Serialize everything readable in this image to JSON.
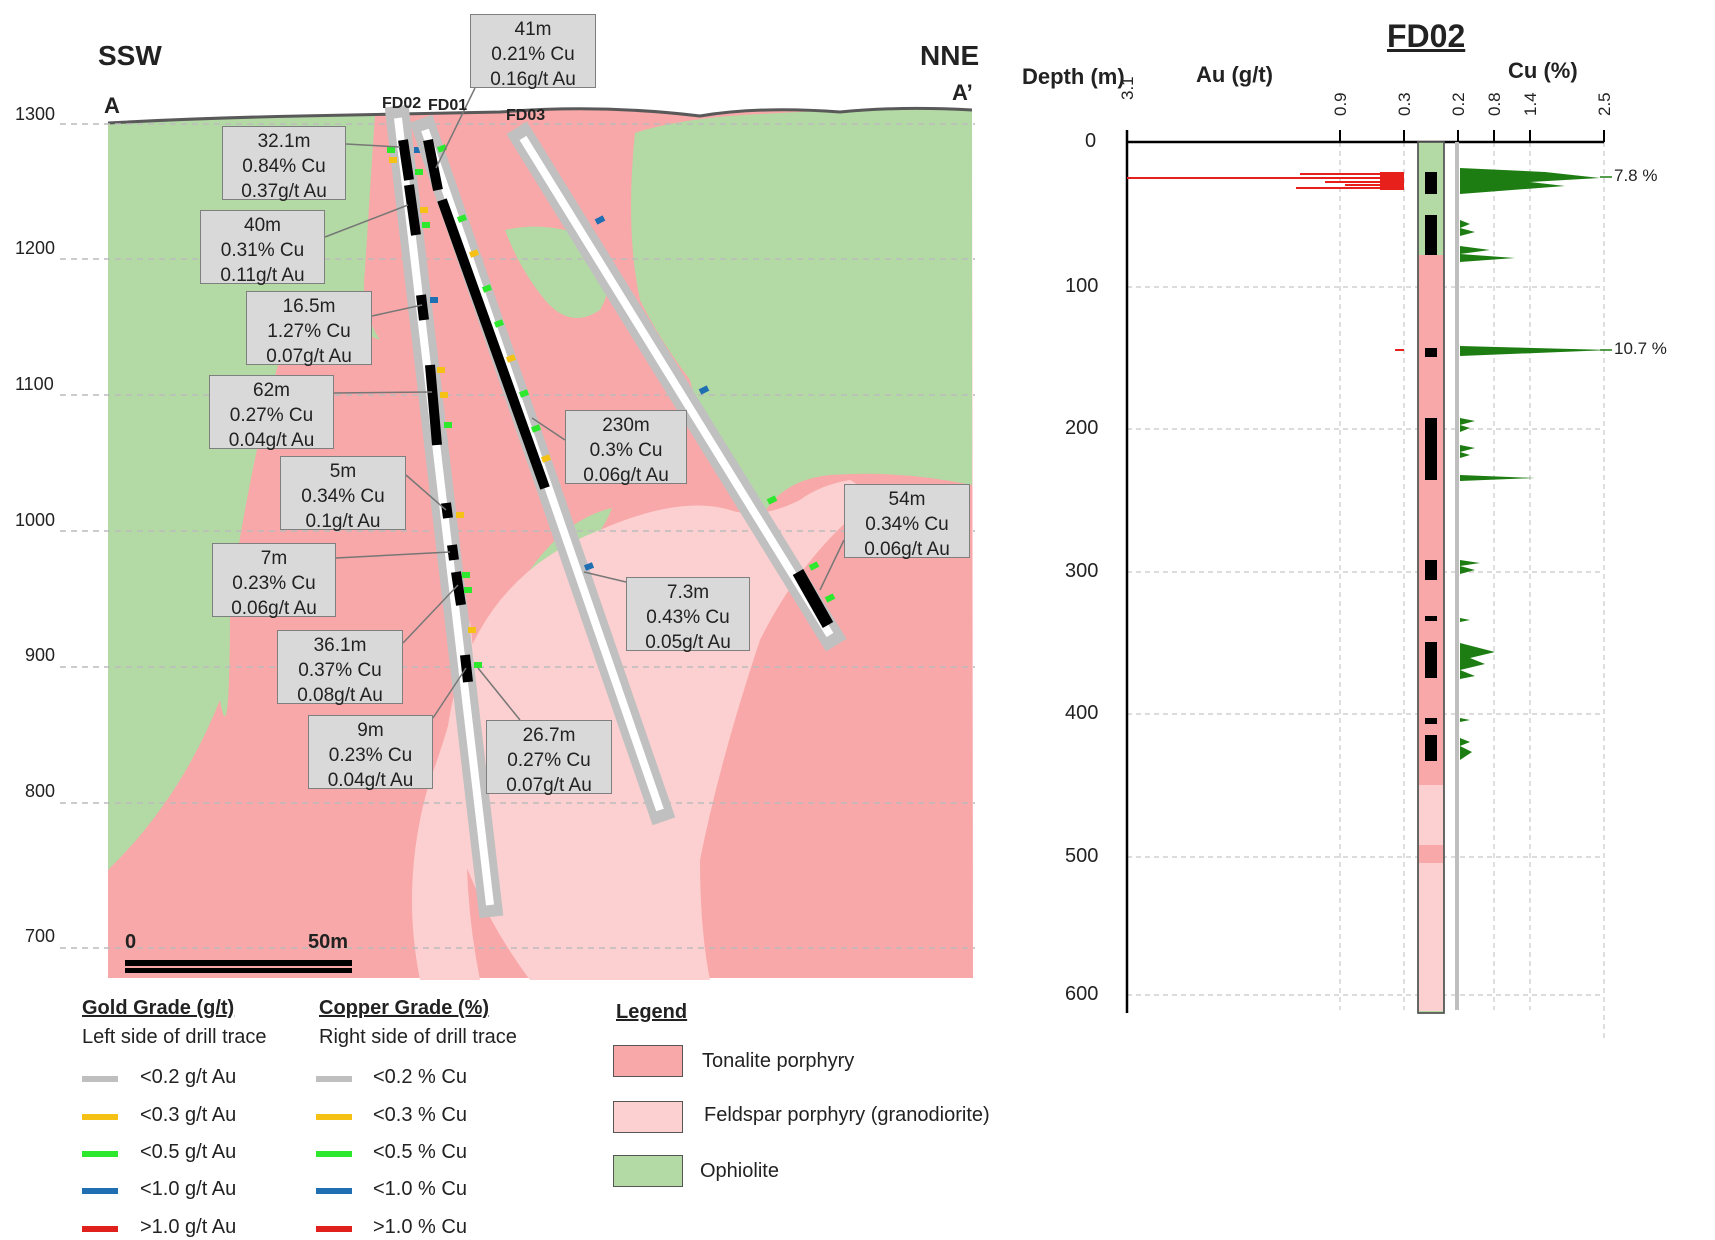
{
  "colors": {
    "tonalite": "#f8a8a8",
    "feldspar": "#fcd0d0",
    "ophiolite": "#b3daa4",
    "grade_lt02": "#bfbfbf",
    "grade_lt03": "#f5c114",
    "grade_lt05": "#2ee82e",
    "grade_lt10": "#1f6fb2",
    "grade_gt10": "#e0201c",
    "au_trace": "#e8201c",
    "cu_trace": "#1e7d12"
  },
  "section": {
    "left_direction": "SSW",
    "right_direction": "NNE",
    "left_marker": "A",
    "right_marker": "A’",
    "elevation_ticks": [
      "1300",
      "1200",
      "1100",
      "1000",
      "900",
      "800",
      "700"
    ],
    "scale_bar": {
      "start_label": "0",
      "end_label": "50m"
    },
    "holes": {
      "fd02": "FD02",
      "fd01": "FD01",
      "fd03": "FD03"
    },
    "intercepts": [
      {
        "length": "41m",
        "cu": "0.21% Cu",
        "au": "0.16g/t Au"
      },
      {
        "length": "32.1m",
        "cu": "0.84% Cu",
        "au": "0.37g/t Au"
      },
      {
        "length": "40m",
        "cu": "0.31% Cu",
        "au": "0.11g/t Au"
      },
      {
        "length": "16.5m",
        "cu": "1.27% Cu",
        "au": "0.07g/t Au"
      },
      {
        "length": "62m",
        "cu": "0.27% Cu",
        "au": "0.04g/t Au"
      },
      {
        "length": "230m",
        "cu": "0.3% Cu",
        "au": "0.06g/t Au"
      },
      {
        "length": "5m",
        "cu": "0.34% Cu",
        "au": "0.1g/t Au"
      },
      {
        "length": "54m",
        "cu": "0.34% Cu",
        "au": "0.06g/t Au"
      },
      {
        "length": "7m",
        "cu": "0.23% Cu",
        "au": "0.06g/t Au"
      },
      {
        "length": "7.3m",
        "cu": "0.43% Cu",
        "au": "0.05g/t Au"
      },
      {
        "length": "36.1m",
        "cu": "0.37% Cu",
        "au": "0.08g/t Au"
      },
      {
        "length": "9m",
        "cu": "0.23% Cu",
        "au": "0.04g/t Au"
      },
      {
        "length": "26.7m",
        "cu": "0.27% Cu",
        "au": "0.07g/t Au"
      }
    ]
  },
  "log": {
    "title": "FD02",
    "depth_label": "Depth (m)",
    "au_label": "Au (g/t)",
    "cu_label": "Cu (%)",
    "au_ticks": [
      "3.1",
      "0.9",
      "0.3"
    ],
    "cu_ticks": [
      "0.2",
      "0.8",
      "1.4",
      "2.5"
    ],
    "depth_ticks": [
      "0",
      "100",
      "200",
      "300",
      "400",
      "500",
      "600"
    ],
    "annotations": [
      "7.8 %",
      "10.7 %"
    ]
  },
  "legend": {
    "gold_title": "Gold Grade (g/t)",
    "gold_subtitle": "Left side of drill trace",
    "gold_items": [
      "<0.2 g/t Au",
      "<0.3 g/t Au",
      "<0.5 g/t Au",
      "<1.0 g/t Au",
      ">1.0 g/t Au"
    ],
    "copper_title": "Copper Grade (%)",
    "copper_subtitle": "Right side of drill trace",
    "copper_items": [
      "<0.2 % Cu",
      "<0.3 % Cu",
      "<0.5 % Cu",
      "<1.0 % Cu",
      ">1.0 % Cu"
    ],
    "rock_title": "Legend",
    "rock_items": [
      "Tonalite porphyry",
      "Feldspar porphyry (granodiorite)",
      "Ophiolite"
    ]
  }
}
